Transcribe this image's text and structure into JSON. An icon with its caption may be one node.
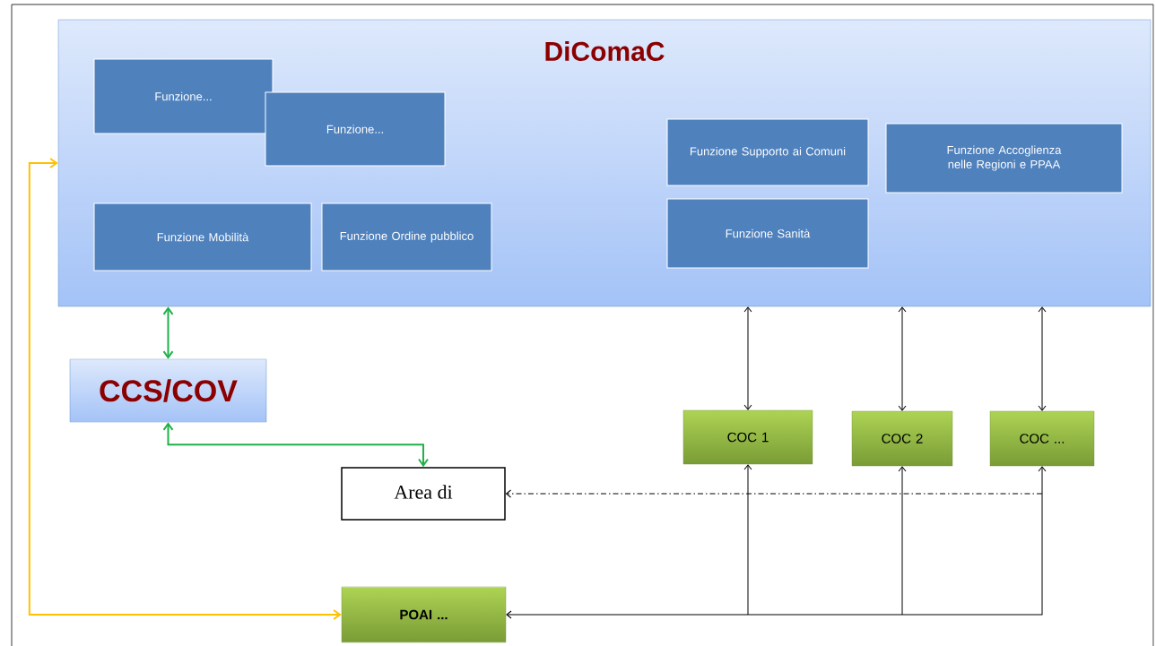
{
  "diagram": {
    "nodes": [
      {
        "text": [
          "DiComaC"
        ]
      },
      {
        "text": [
          "Funzione..."
        ],
        "in": 0
      },
      {
        "text": [
          "Funzione..."
        ],
        "in": 0
      },
      {
        "text": [
          "Funzione Supporto ai Comuni"
        ],
        "in": 0
      },
      {
        "text": [
          "Funzione Accoglienza nelle Regioni e PPAA"
        ],
        "in": 0
      },
      {
        "text": [
          "Funzione Mobilità"
        ],
        "in": 0
      },
      {
        "text": [
          "Funzione Ordine pubblico"
        ],
        "in": 0
      },
      {
        "text": [
          "Funzione Sanità"
        ],
        "in": 0
      },
      {
        "text": [
          "CCS/COV"
        ]
      },
      {
        "text": [
          "COC 1"
        ]
      },
      {
        "text": [
          "COC 2"
        ]
      },
      {
        "text": [
          "COC ..."
        ]
      },
      {
        "text": [
          "Area di"
        ]
      },
      {
        "text": [
          "POAI ..."
        ]
      }
    ],
    "edges": [
      {
        "from": 0,
        "to": 8,
        "arrow": "both",
        "color": "#1fb14a"
      },
      {
        "from": 8,
        "to": 12,
        "arrow": "both",
        "color": "#1fb14a"
      },
      {
        "from": 0,
        "to": 9,
        "arrow": "both"
      },
      {
        "from": 0,
        "to": 10,
        "arrow": "both"
      },
      {
        "from": 0,
        "to": 11,
        "arrow": "both"
      },
      {
        "from": 13,
        "to": 0,
        "arrow": "both",
        "color": "#ffc000"
      },
      {
        "from": 11,
        "to": 12,
        "arrow": "to",
        "style": "dashed"
      },
      {
        "from": 13,
        "to": 9,
        "arrow": "both"
      },
      {
        "from": 13,
        "to": 10,
        "arrow": "both"
      },
      {
        "from": 13,
        "to": 11,
        "arrow": "both"
      }
    ]
  }
}
